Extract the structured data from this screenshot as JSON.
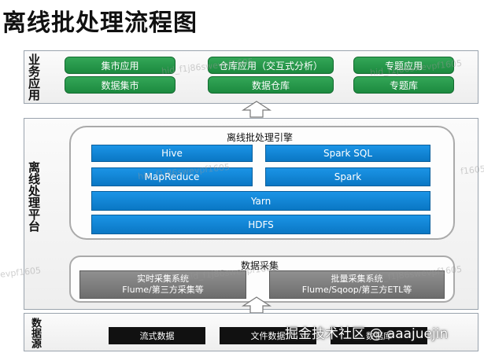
{
  "title": "离线批处理流程图",
  "sections": {
    "business": "业务应用",
    "processing": "离线处理平台",
    "source": "数据源"
  },
  "business_apps": [
    {
      "top": "集市应用",
      "bottom": "数据集市"
    },
    {
      "top": "仓库应用（交互式分析）",
      "bottom": "数据仓库"
    },
    {
      "top": "专题应用",
      "bottom": "专题库"
    }
  ],
  "engine": {
    "title": "离线批处理引擎",
    "hive": "Hive",
    "spark_sql": "Spark SQL",
    "mapreduce": "MapReduce",
    "spark": "Spark",
    "yarn": "Yarn",
    "hdfs": "HDFS"
  },
  "collection": {
    "title": "数据采集",
    "realtime_line1": "实时采集系统",
    "realtime_line2": "Flume/第三方采集等",
    "batch_line1": "批量采集系统",
    "batch_line2": "Flume/Sqoop/第三方ETL等"
  },
  "sources": [
    "流式数据",
    "文件数据",
    "数据库"
  ],
  "watermarks": [
    "hid_f1j86swevpf1605",
    "hid_f1j86swevpf1605",
    "hid_f1j86swevpf1605",
    "evpf1605",
    "hid_f1j86swevpf1605",
    "f1605",
    "hid_f1j86swevpf1605"
  ],
  "credit": "掘金技术社区 @ aaajuejin",
  "colors": {
    "green": "#1c8a3f",
    "blue": "#0a77c4",
    "gray": "#6d6d6d",
    "black": "#111111"
  }
}
